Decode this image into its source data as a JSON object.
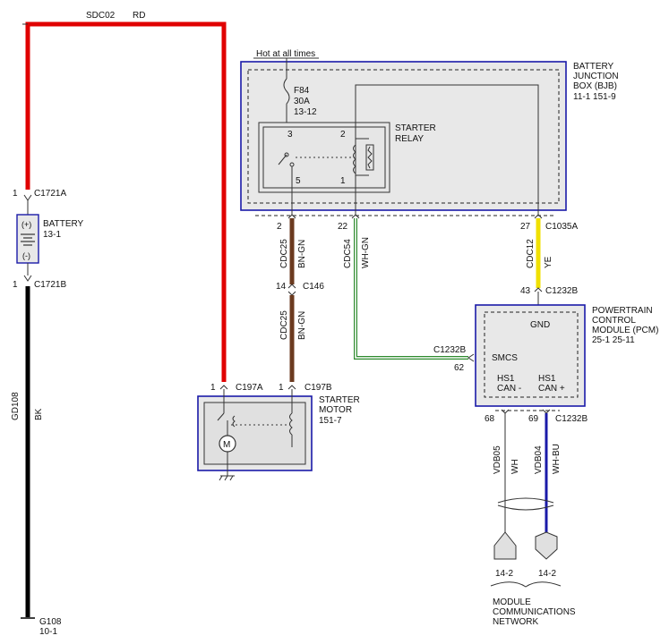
{
  "wires": {
    "sdc02_circuit": "SDC02",
    "sdc02_color": "RD",
    "gd108_circuit": "GD108",
    "gd108_color": "BK",
    "cdc25_circuit": "CDC25",
    "cdc25_color": "BN-GN",
    "cdc54_circuit": "CDC54",
    "cdc54_color": "WH-GN",
    "cdc12_circuit": "CDC12",
    "cdc12_color": "YE",
    "vdb05_circuit": "VDB05",
    "vdb05_color": "WH",
    "vdb04_circuit": "VDB04",
    "vdb04_color": "WH-BU"
  },
  "colors": {
    "red": "#e00000",
    "black": "#000000",
    "brown": "#6b3a1f",
    "yellow": "#f0e000",
    "green": "#2e8b2e",
    "blue": "#1a1aa8"
  },
  "battery": {
    "label": "BATTERY",
    "ref": "13-1",
    "plus": "(+)",
    "minus": "(-)",
    "top_pin": "1",
    "top_connector": "C1721A",
    "bottom_pin": "1",
    "bottom_connector": "C1721B"
  },
  "ground": {
    "label": "G108",
    "ref": "10-1"
  },
  "bjb": {
    "title1": "BATTERY",
    "title2": "JUNCTION",
    "title3": "BOX (BJB)",
    "refs": "11-1   151-9",
    "hot_label": "Hot at all times",
    "fuse_name": "F84",
    "fuse_rating": "30A",
    "fuse_ref": "13-12",
    "relay_name1": "STARTER",
    "relay_name2": "RELAY",
    "relay_pin3": "3",
    "relay_pin2": "2",
    "relay_pin5": "5",
    "relay_pin1": "1",
    "pin2": "2",
    "pin22": "22",
    "pin27": "27",
    "connector": "C1035A"
  },
  "c146": {
    "pin": "14",
    "connector": "C146"
  },
  "pcm": {
    "title1": "POWERTRAIN",
    "title2": "CONTROL",
    "title3": "MODULE (PCM)",
    "refs": "25-1   25-11",
    "pin43": "43",
    "top_connector": "C1232B",
    "gnd": "GND",
    "smcs": "SMCS",
    "smcs_connector": "C1232B",
    "smcs_pin": "62",
    "hs1_a": "HS1",
    "can_minus": "CAN -",
    "hs1_b": "HS1",
    "can_plus": "CAN +",
    "pin68": "68",
    "pin69": "69",
    "bottom_connector": "C1232B"
  },
  "starter": {
    "title1": "STARTER",
    "title2": "MOTOR",
    "ref": "151-7",
    "pin_a": "1",
    "connector_a": "C197A",
    "pin_b": "1",
    "connector_b": "C197B",
    "motor_symbol": "M"
  },
  "network": {
    "ref_a": "14-2",
    "ref_b": "14-2",
    "label1": "MODULE",
    "label2": "COMMUNICATIONS",
    "label3": "NETWORK"
  }
}
